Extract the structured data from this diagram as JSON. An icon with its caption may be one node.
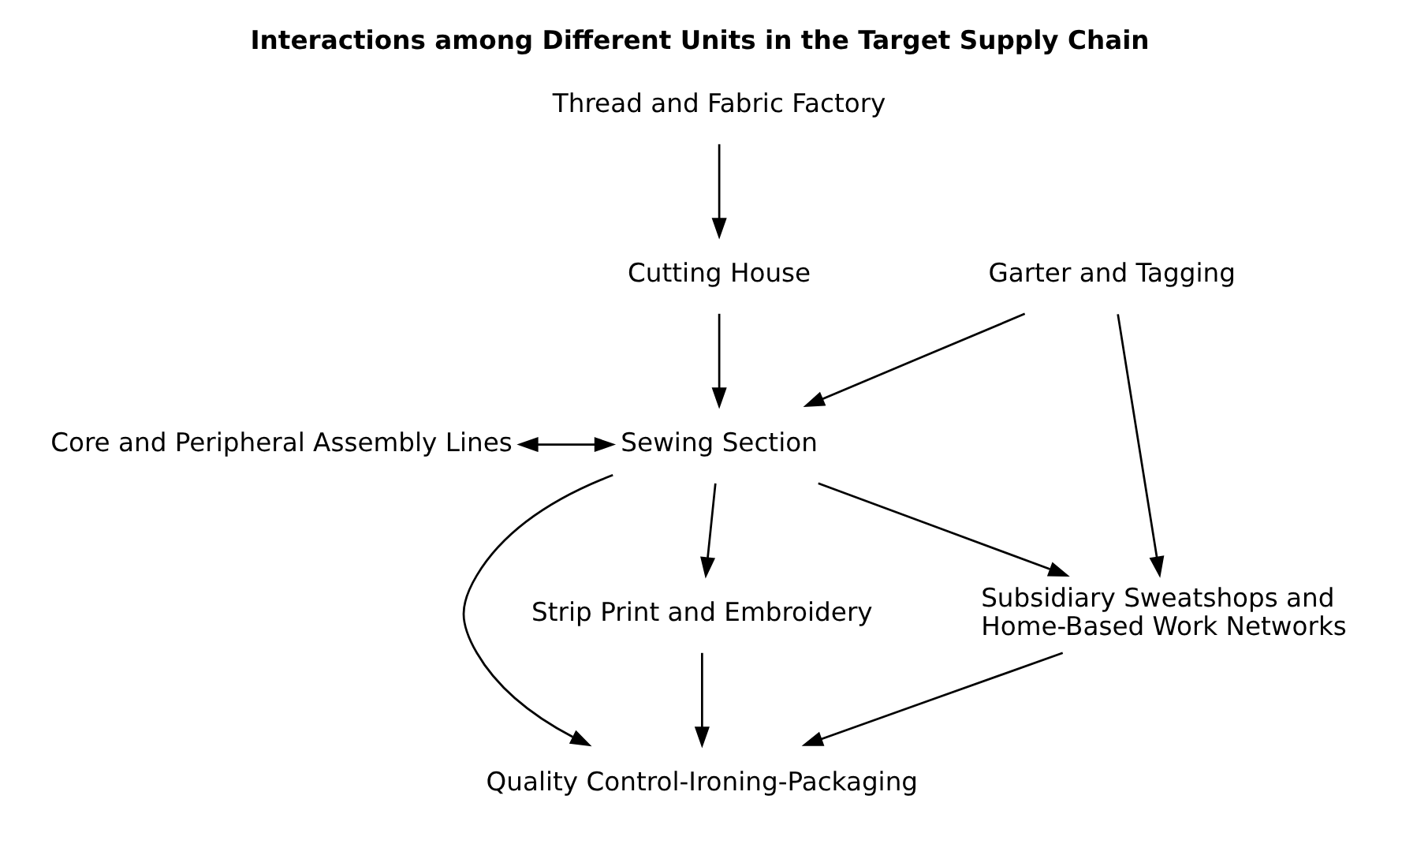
{
  "diagram": {
    "title": "Interactions among Different Units in the Target Supply Chain",
    "nodes": [
      {
        "text": [
          "Thread and Fabric Factory"
        ]
      },
      {
        "text": [
          "Garter and Tagging"
        ]
      },
      {
        "text": [
          "Cutting House"
        ]
      },
      {
        "text": [
          "Core and Peripheral Assembly Lines"
        ]
      },
      {
        "text": [
          "Sewing Section"
        ]
      },
      {
        "text": [
          "Strip Print and Embroidery"
        ]
      },
      {
        "text": [
          "Quality Control-Ironing-Packaging"
        ]
      },
      {
        "text": [
          "Subsidiary Sweatshops and Home-Based Work Networks"
        ]
      }
    ],
    "edges": [
      {
        "from": 0,
        "to": 2,
        "arrow": "to"
      },
      {
        "from": 2,
        "to": 4,
        "arrow": "to"
      },
      {
        "from": 1,
        "to": 4,
        "arrow": "to"
      },
      {
        "from": 3,
        "to": 4,
        "arrow": "both"
      },
      {
        "from": 4,
        "to": 5,
        "arrow": "to"
      },
      {
        "from": 4,
        "to": 7,
        "arrow": "to"
      },
      {
        "from": 4,
        "to": 6,
        "arrow": "to"
      },
      {
        "from": 1,
        "to": 7,
        "arrow": "to"
      },
      {
        "from": 5,
        "to": 6,
        "arrow": "to"
      },
      {
        "from": 7,
        "to": 6,
        "arrow": "to"
      }
    ]
  }
}
